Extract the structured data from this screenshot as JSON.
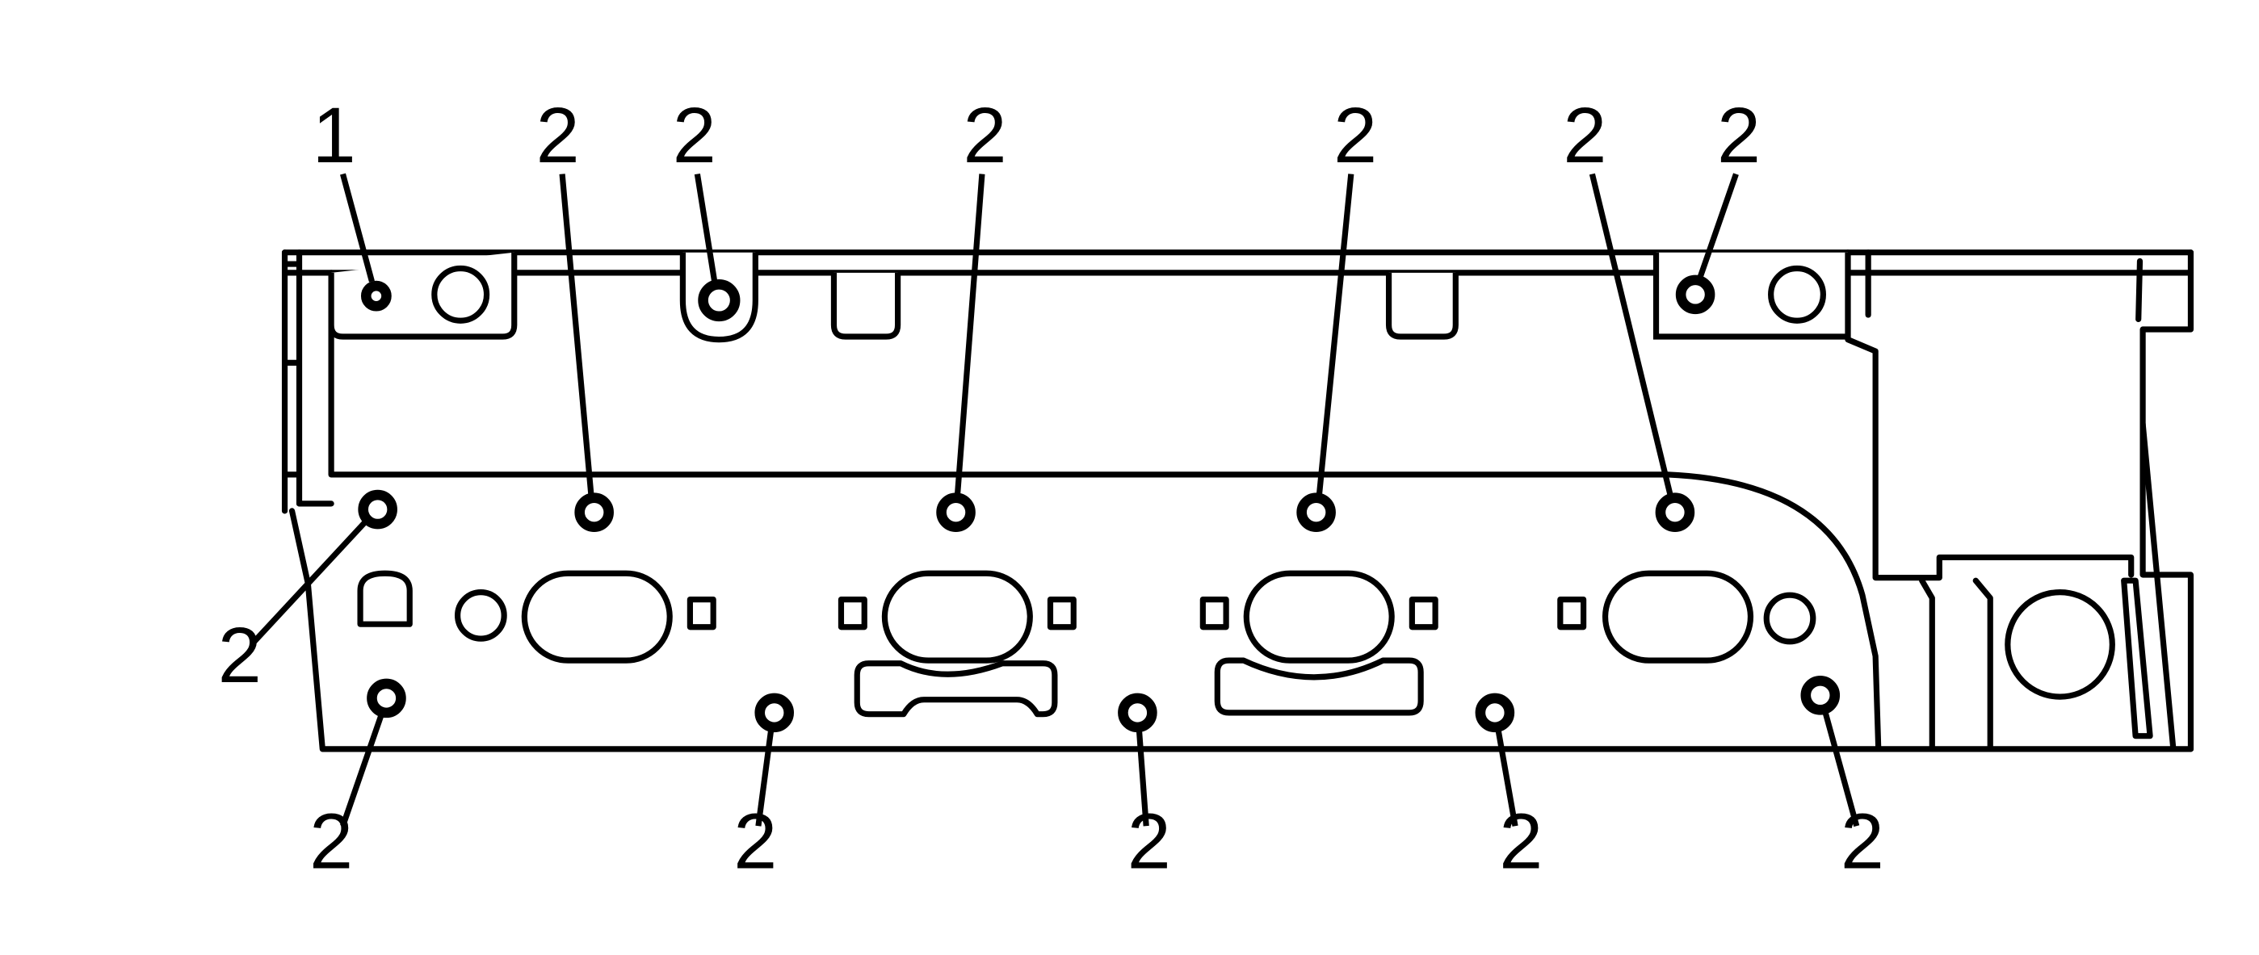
{
  "callouts": {
    "c1": "1",
    "c2a": "2",
    "c2b": "2",
    "c2c": "2",
    "c2d": "2",
    "c2e": "2",
    "c2f": "2",
    "c2g": "2",
    "c2h": "2",
    "c2i": "2",
    "c2j": "2",
    "c2k": "2",
    "c2l": "2"
  }
}
